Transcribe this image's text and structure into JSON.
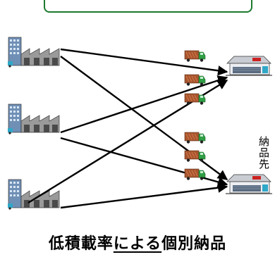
{
  "destination_label": "納品先",
  "caption": {
    "before": "低積載率",
    "underlined": "による",
    "after": "個別納品"
  },
  "colors": {
    "banner_border": "#1d7a2e",
    "arrow": "#000000",
    "factory_body": "#9a9a9a",
    "factory_dark": "#4a4a4a",
    "office_blue": "#6f8fb5",
    "truck_cab": "#2f9e44",
    "truck_cargo": "#a8552f",
    "warehouse_sign": "#cc2222"
  },
  "icons": [
    "factory-icon",
    "truck-icon",
    "warehouse-icon"
  ]
}
